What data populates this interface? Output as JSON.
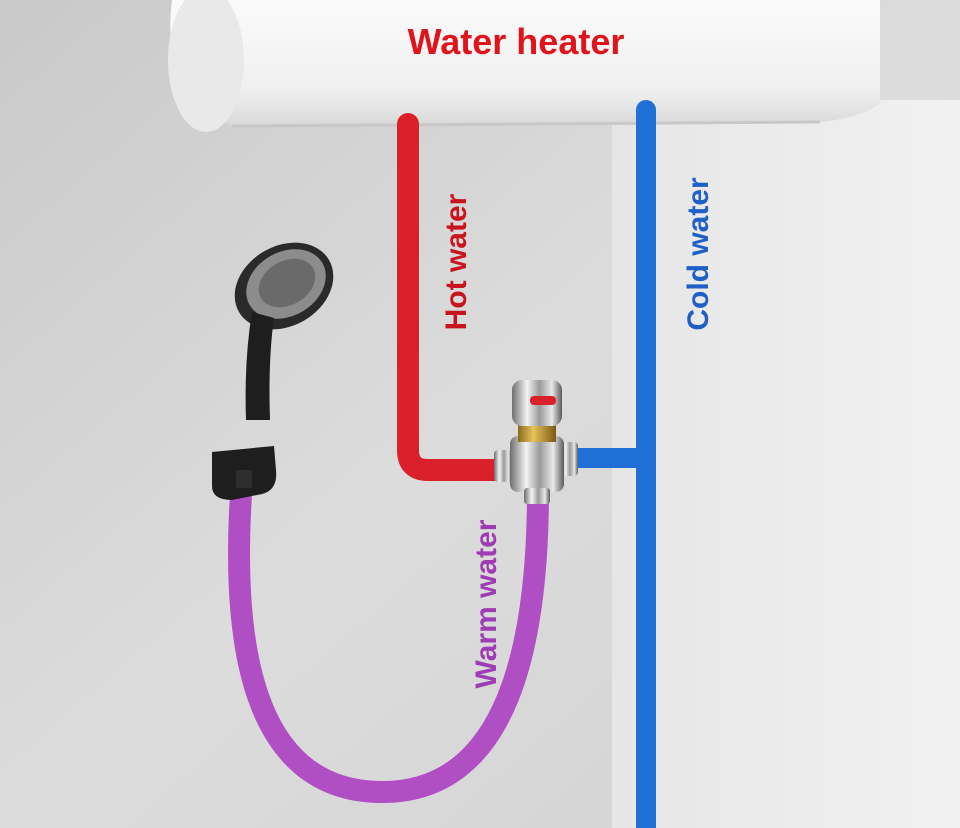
{
  "labels": {
    "heater": "Water heater",
    "hot": "Hot water",
    "cold": "Cold water",
    "warm": "Warm water"
  },
  "colors": {
    "hot": "#d9202b",
    "cold": "#1f6fd6",
    "warm": "#b04fc4",
    "heater_label": "#e0151c",
    "wall": "#d6d6d6",
    "panel": "#eaeaea"
  },
  "icons": {
    "shower": "shower-head-icon",
    "valve": "mixing-valve-icon",
    "holder": "wall-bracket-icon"
  }
}
